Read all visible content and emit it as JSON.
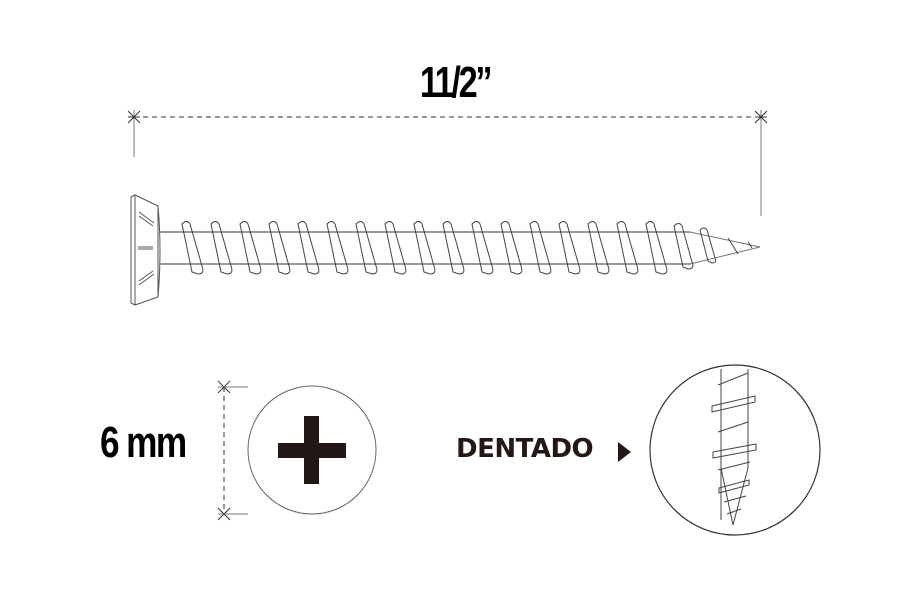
{
  "diagram": {
    "length_label": "11/2”",
    "head_diameter_label": "6 mm",
    "thread_type_label": "DENTADO",
    "drive_type_icon": "phillips-cross-icon",
    "arrow_icon": "triangle-right-icon",
    "colors": {
      "line": "#555555",
      "text": "#000000",
      "label_dark": "#231815"
    }
  }
}
